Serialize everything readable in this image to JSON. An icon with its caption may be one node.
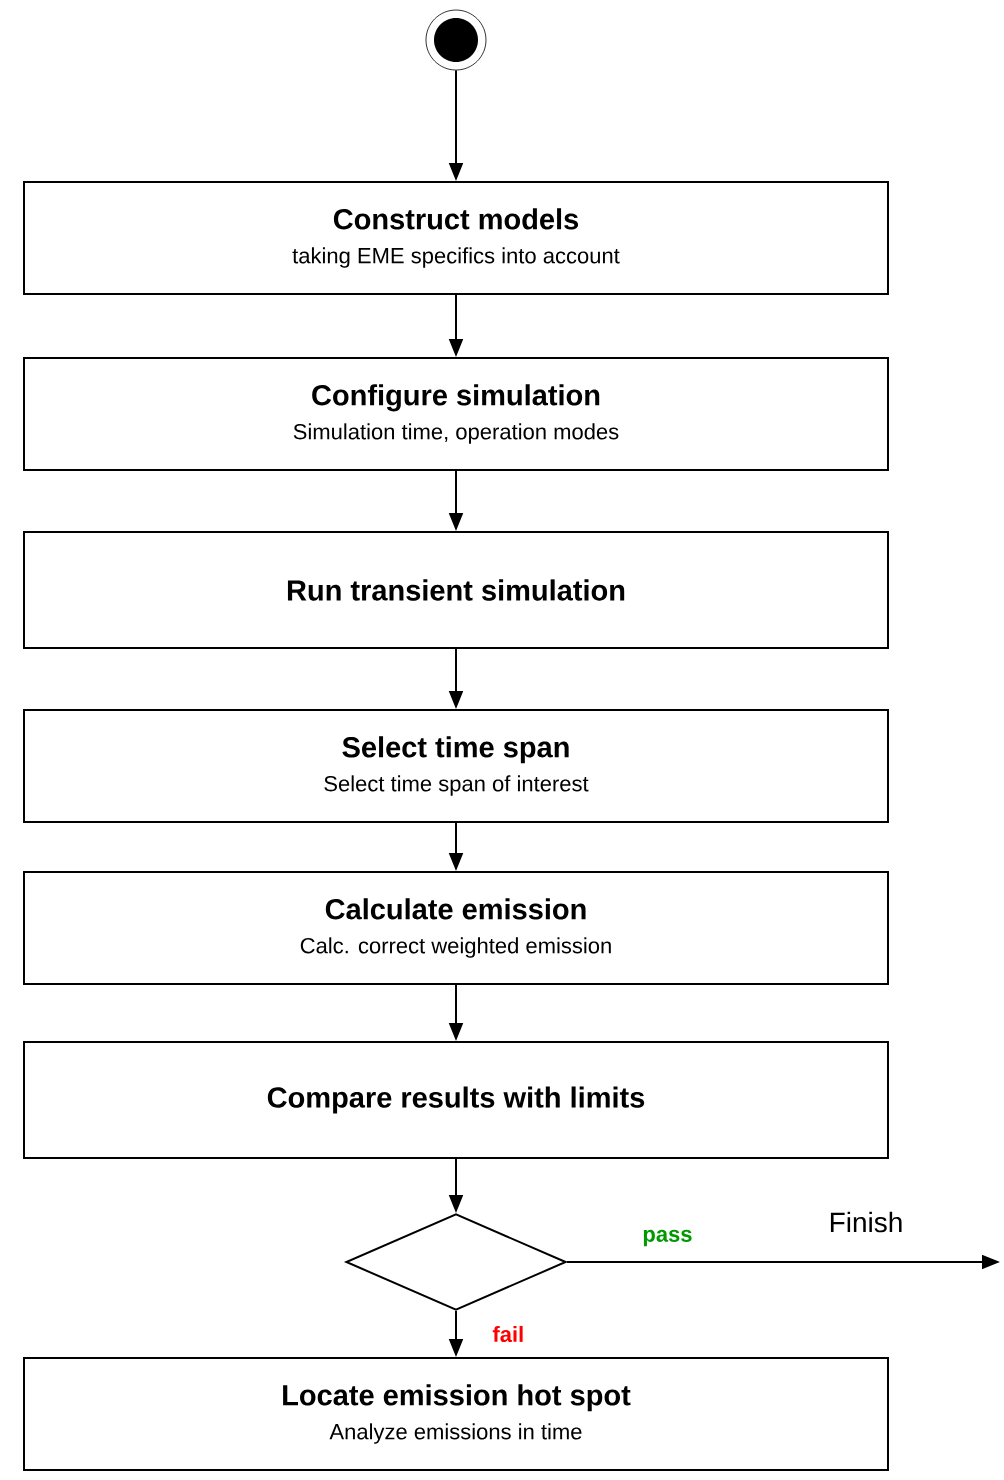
{
  "diagram": {
    "nodes": [
      {
        "text": [],
        "shape": "circle"
      },
      {
        "text": [
          "Construct models",
          "taking EME specifics into account"
        ]
      },
      {
        "text": [
          "Configure simulation",
          "Simulation time, operation modes"
        ]
      },
      {
        "text": [
          "Run transient simulation"
        ]
      },
      {
        "text": [
          "Select time span",
          "Select time span of interest"
        ]
      },
      {
        "text": [
          "Calculate emission",
          "Calc. correct weighted emission"
        ]
      },
      {
        "text": [
          "Compare results with limits"
        ]
      },
      {
        "text": [],
        "shape": "diamond"
      },
      {
        "text": [
          "Locate emission hot spot",
          "Analyze emissions in time"
        ]
      }
    ],
    "edges": [
      {
        "from": 0,
        "to": 1,
        "arrow": "to"
      },
      {
        "from": 1,
        "to": 2,
        "arrow": "to"
      },
      {
        "from": 2,
        "to": 3,
        "arrow": "to"
      },
      {
        "from": 3,
        "to": 4,
        "arrow": "to"
      },
      {
        "from": 4,
        "to": 5,
        "arrow": "to"
      },
      {
        "from": 5,
        "to": 6,
        "arrow": "to"
      },
      {
        "from": 6,
        "to": 7,
        "arrow": "to"
      },
      {
        "from": 7,
        "to": null,
        "label": "pass",
        "arrow": "to"
      },
      {
        "from": 7,
        "to": 8,
        "label": "fail",
        "arrow": "to"
      }
    ],
    "labels": [
      "Finish"
    ]
  }
}
